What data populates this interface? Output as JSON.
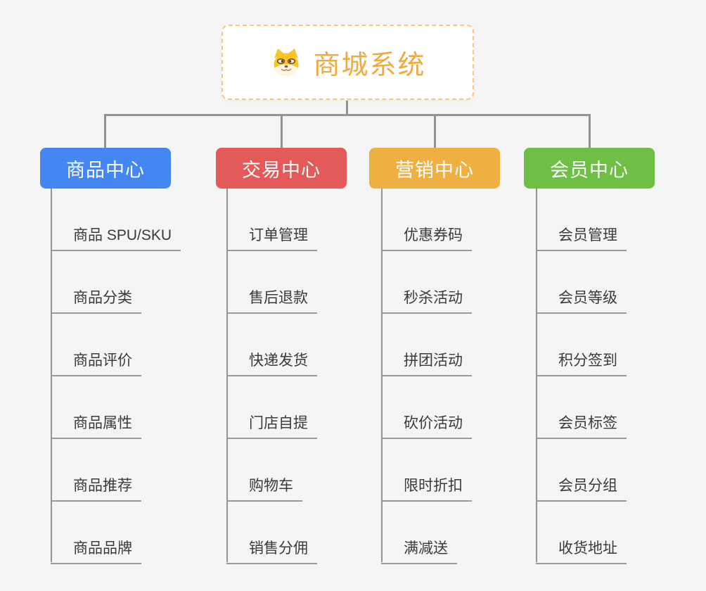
{
  "root": {
    "label": "商城系统",
    "icon": "shiba-dog-icon"
  },
  "branches": [
    {
      "id": "product-center",
      "label": "商品中心",
      "color": "#4587f2",
      "children": [
        "商品 SPU/SKU",
        "商品分类",
        "商品评价",
        "商品属性",
        "商品推荐",
        "商品品牌"
      ]
    },
    {
      "id": "trade-center",
      "label": "交易中心",
      "color": "#e45a58",
      "children": [
        "订单管理",
        "售后退款",
        "快递发货",
        "门店自提",
        "购物车",
        "销售分佣"
      ]
    },
    {
      "id": "marketing-center",
      "label": "营销中心",
      "color": "#efb041",
      "children": [
        "优惠券码",
        "秒杀活动",
        "拼团活动",
        "砍价活动",
        "限时折扣",
        "满减送"
      ]
    },
    {
      "id": "member-center",
      "label": "会员中心",
      "color": "#6fbe46",
      "children": [
        "会员管理",
        "会员等级",
        "积分签到",
        "会员标签",
        "会员分组",
        "收货地址"
      ]
    }
  ],
  "colors": {
    "background": "#f5f5f5",
    "connector": "#949494",
    "underline": "#9a9a9a",
    "child_text": "#3a3a3a",
    "root_border": "#f7c87c",
    "root_text": "#f2a93e",
    "root_background": "#ffffff"
  }
}
